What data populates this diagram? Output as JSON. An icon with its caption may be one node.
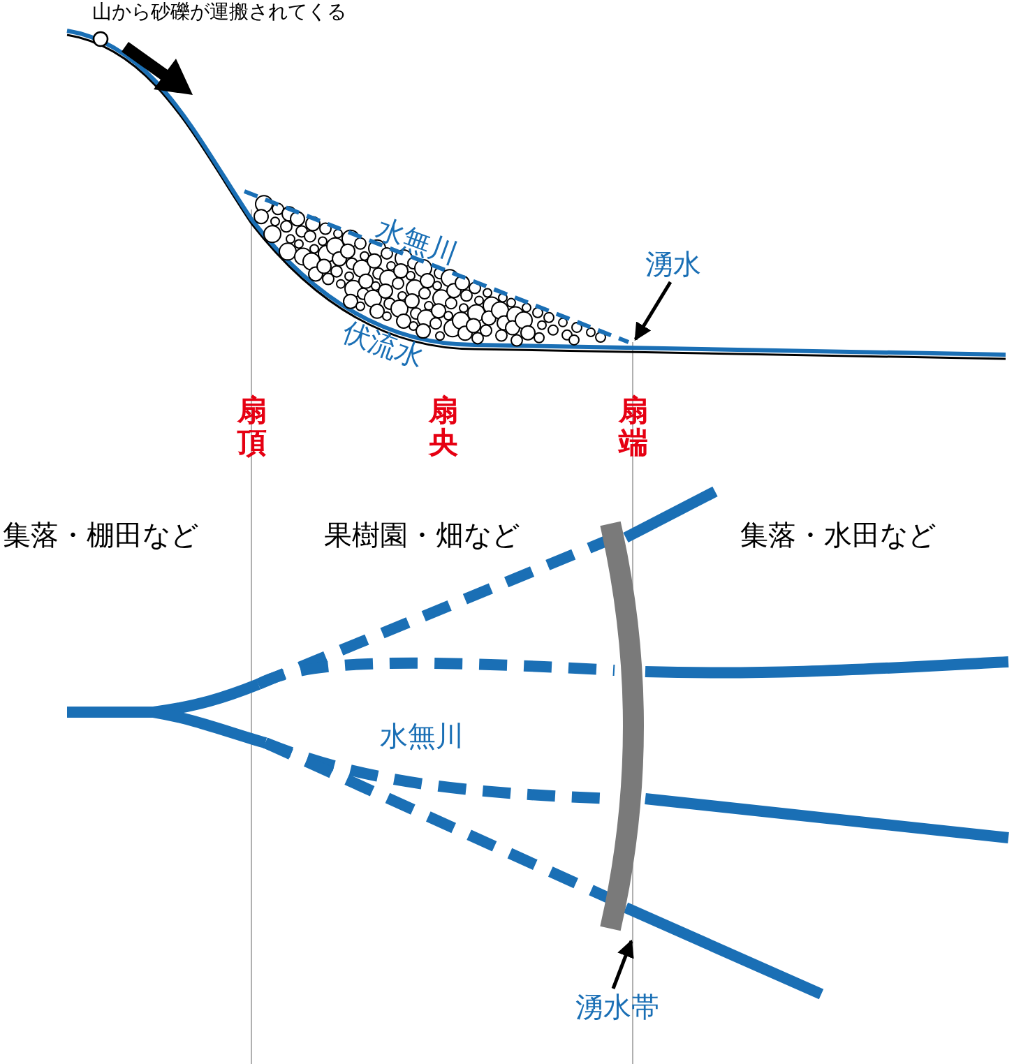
{
  "diagram": {
    "nodes": [
      {
        "text": [
          "湧水"
        ]
      },
      {
        "text": [
          "湧水帯"
        ]
      },
      {
        "text": [],
        "shape": "bar"
      }
    ],
    "edges": [
      {
        "from": 0,
        "to": null,
        "arrow": "to"
      },
      {
        "from": 1,
        "to": 2,
        "arrow": "to"
      }
    ],
    "labels": [
      "山から砂礫が運搬されてくる",
      "水無川",
      "伏流水",
      "扇頂",
      "扇央",
      "扇端",
      "集落・棚田など",
      "果樹園・畑など",
      "集落・水田など",
      "水無川"
    ]
  }
}
